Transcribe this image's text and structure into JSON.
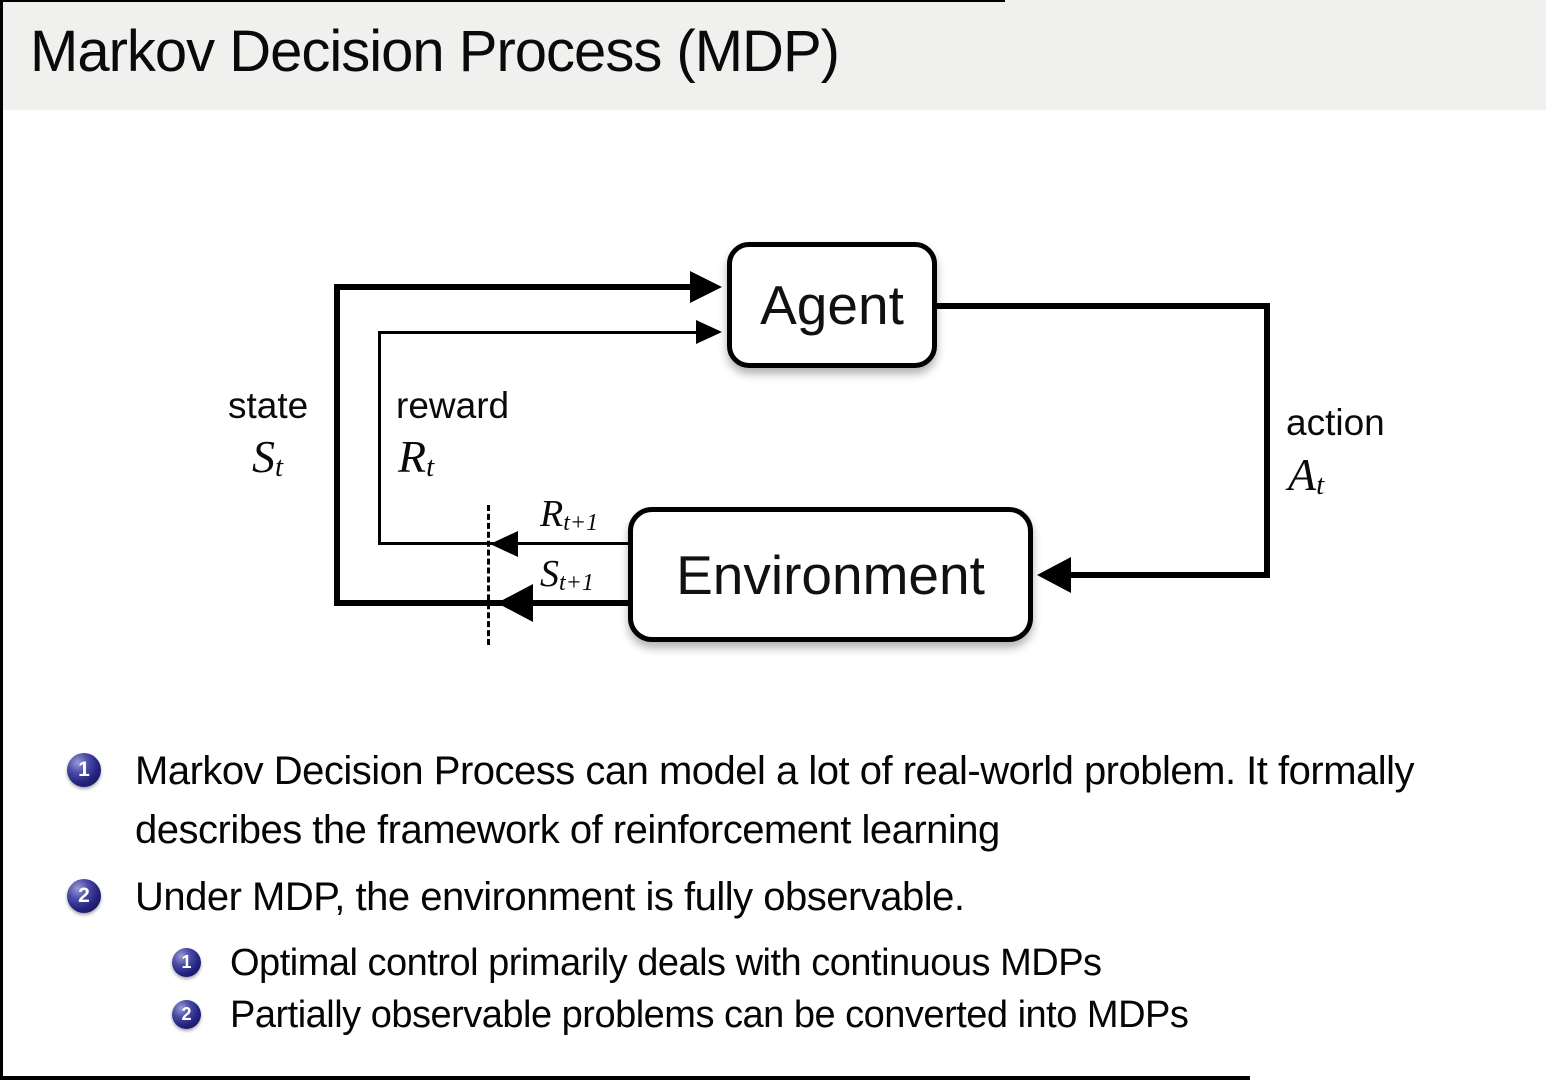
{
  "slide": {
    "title": "Markov Decision Process (MDP)"
  },
  "diagram": {
    "agent_label": "Agent",
    "environment_label": "Environment",
    "state_label": "state",
    "state_symbol": {
      "base": "S",
      "sub": "t"
    },
    "reward_label": "reward",
    "reward_symbol": {
      "base": "R",
      "sub": "t"
    },
    "action_label": "action",
    "action_symbol": {
      "base": "A",
      "sub": "t"
    },
    "next_reward_symbol": {
      "base": "R",
      "sub": "t+1"
    },
    "next_state_symbol": {
      "base": "S",
      "sub": "t+1"
    }
  },
  "bullets": [
    {
      "marker": "1",
      "text": "Markov Decision Process can model a lot of real-world problem. It formally describes the framework of reinforcement learning"
    },
    {
      "marker": "2",
      "text": "Under MDP, the environment is fully observable."
    }
  ],
  "sub_bullets": [
    {
      "marker": "1",
      "text": "Optimal control primarily deals with continuous MDPs"
    },
    {
      "marker": "2",
      "text": "Partially observable problems can be converted into MDPs"
    }
  ],
  "colors": {
    "header_bg": "#f0f0ef",
    "ball": "#23237e",
    "line": "#000000",
    "text": "#050505"
  }
}
